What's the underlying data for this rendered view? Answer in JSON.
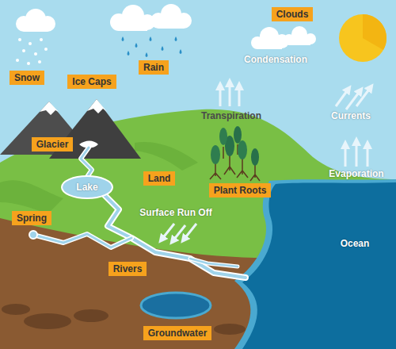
{
  "diagram": {
    "nodes": [
      {
        "text": [
          "Clouds"
        ]
      },
      {
        "text": [
          "Rain"
        ]
      },
      {
        "text": [
          "Snow"
        ]
      },
      {
        "text": [
          "Ice Caps"
        ]
      },
      {
        "text": [
          "Glacier"
        ]
      },
      {
        "text": [
          "Land"
        ]
      },
      {
        "text": [
          "Plant Roots"
        ]
      },
      {
        "text": [
          "Spring"
        ]
      },
      {
        "text": [
          "Rivers"
        ]
      },
      {
        "text": [
          "Groundwater"
        ]
      }
    ],
    "labels": [
      "Condensation",
      "Transpiration",
      "Currents",
      "Evaporation",
      "Lake",
      "Surface Run Off",
      "Ocean"
    ]
  }
}
